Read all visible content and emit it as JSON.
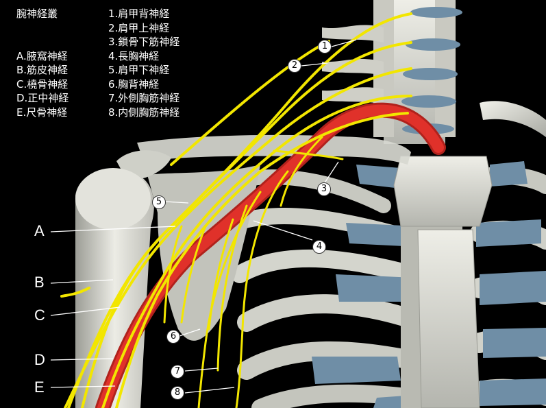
{
  "title": "腕神経叢",
  "branches": [
    {
      "num": "1",
      "label": "1.肩甲背神経"
    },
    {
      "num": "2",
      "label": "2.肩甲上神経"
    },
    {
      "num": "3",
      "label": "3.鎖骨下筋神経"
    },
    {
      "num": "4",
      "label": "4.長胸神経"
    },
    {
      "num": "5",
      "label": "5.肩甲下神経"
    },
    {
      "num": "6",
      "label": "6.胸背神経"
    },
    {
      "num": "7",
      "label": "7.外側胸筋神経"
    },
    {
      "num": "8",
      "label": "8.内側胸筋神経"
    }
  ],
  "terminal_nerves": [
    {
      "letter": "A",
      "label": "A.腋窩神経"
    },
    {
      "letter": "B",
      "label": "B.筋皮神経"
    },
    {
      "letter": "C",
      "label": "C.橈骨神経"
    },
    {
      "letter": "D",
      "label": "D.正中神経"
    },
    {
      "letter": "E",
      "label": "E.尺骨神経"
    }
  ],
  "callouts": {
    "letters": [
      "A",
      "B",
      "C",
      "D",
      "E"
    ],
    "numbers": [
      "①",
      "②",
      "③",
      "④",
      "⑤",
      "⑥",
      "⑦",
      "⑧"
    ]
  },
  "colors": {
    "background": "#000000",
    "bone": "#d8d8d0",
    "cartilage": "#6f8ea6",
    "nerve": "#f2e600",
    "artery": "#e0312a",
    "text": "#ffffff"
  }
}
